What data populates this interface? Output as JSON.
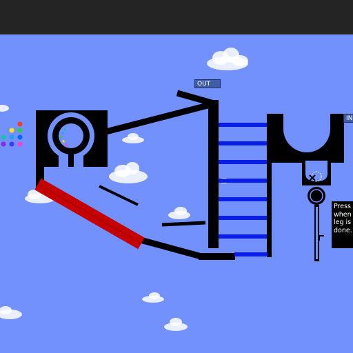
{
  "labels": {
    "out": "OUT",
    "in": "IN",
    "hint": "Press\nwhen\nleg is\ndone."
  },
  "colors": {
    "sky": "#7391fd",
    "top_bar": "#242424",
    "structure": "#000000",
    "rungs": "#0a1ee8",
    "ramp": "#c40000",
    "label_bg": "#3e5fa6"
  },
  "palette": {
    "dot_colors": [
      "#ff3b1f",
      "#2ecc40",
      "#ffe21f",
      "#1fa3ff",
      "#0066ff",
      "#11c4a8",
      "#8b2bd6",
      "#ff3ecf",
      "#3b3bff"
    ]
  },
  "icons": {
    "cancel": "x-mark-icon",
    "gear": "gear-icon"
  }
}
